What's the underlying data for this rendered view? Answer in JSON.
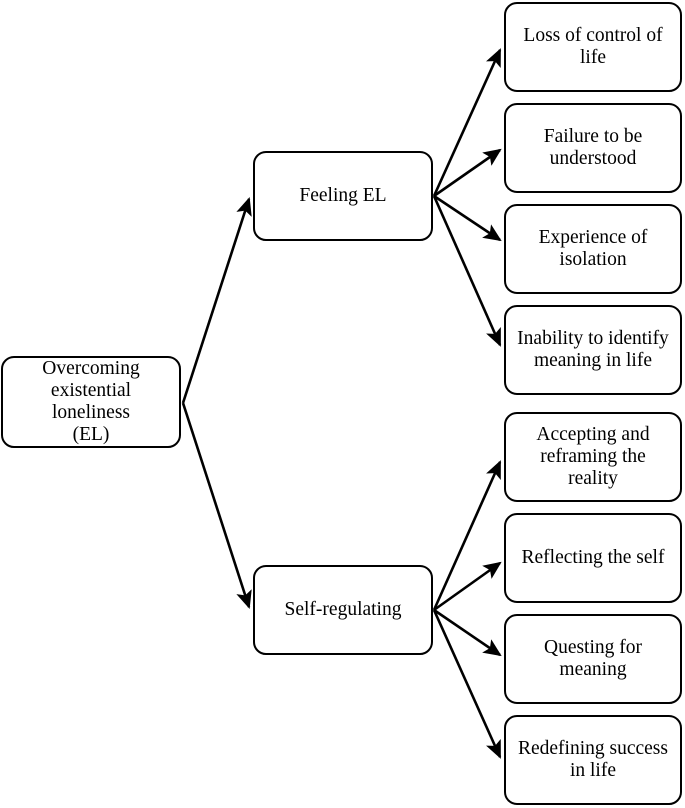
{
  "diagram": {
    "type": "hierarchy-tree",
    "title": "Overcoming existential loneliness (EL)",
    "orientation": "left-to-right",
    "colors": {
      "background": "#ffffff",
      "node_fill": "#ffffff",
      "node_border": "#000000",
      "edge": "#000000",
      "text": "#000000"
    },
    "root": {
      "label": "Overcoming\nexistential loneliness\n(EL)"
    },
    "branches": [
      {
        "id": "feeling-el",
        "label": "Feeling EL",
        "children": [
          {
            "id": "loss-of-control",
            "label": "Loss of control of\nlife"
          },
          {
            "id": "failure-understood",
            "label": "Failure to be\nunderstood"
          },
          {
            "id": "experience-isolation",
            "label": "Experience of\nisolation"
          },
          {
            "id": "inability-meaning",
            "label": "Inability to identify\nmeaning in life"
          }
        ]
      },
      {
        "id": "self-regulating",
        "label": "Self-regulating",
        "children": [
          {
            "id": "accepting-reframing",
            "label": "Accepting and\nreframing the reality"
          },
          {
            "id": "reflecting-self",
            "label": "Reflecting the self"
          },
          {
            "id": "questing-meaning",
            "label": "Questing for\nmeaning"
          },
          {
            "id": "redefining-success",
            "label": "Redefining success\nin life"
          }
        ]
      }
    ]
  }
}
